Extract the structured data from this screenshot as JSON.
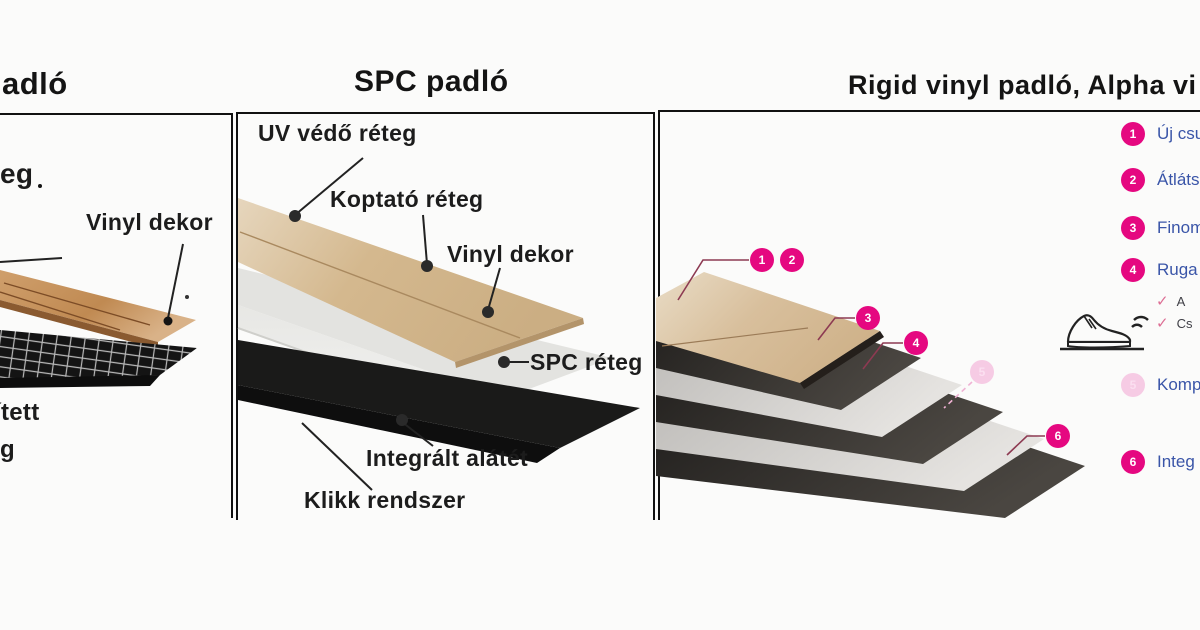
{
  "panels": {
    "left": {
      "title_fragment": "adló",
      "layer_label_fragment": "eg",
      "vinyl_dekor_label": "Vinyl dekor",
      "bottom_fragment_line1": "ített",
      "bottom_fragment_line2": "g"
    },
    "middle": {
      "title": "SPC padló",
      "labels": {
        "uv": "UV védő réteg",
        "koptato": "Koptató réteg",
        "vinyl_dekor": "Vinyl dekor",
        "spc": "SPC réteg",
        "integralt": "Integrált alátét",
        "klikk": "Klikk rendszer"
      }
    },
    "right": {
      "title_fragment": "Rigid vinyl padló, Alpha vi",
      "items": [
        {
          "num": "1",
          "label_fragment": "Új csu"
        },
        {
          "num": "2",
          "label_fragment": "Átláts"
        },
        {
          "num": "3",
          "label_fragment": "Finom"
        },
        {
          "num": "4",
          "label_fragment": "Ruga"
        },
        {
          "num": "5",
          "label_fragment": "Komp"
        },
        {
          "num": "6",
          "label_fragment": "Integ"
        }
      ],
      "checklist": [
        {
          "label_fragment": "A"
        },
        {
          "label_fragment": "Cs"
        }
      ]
    }
  },
  "colors": {
    "accent_pink": "#e50880",
    "accent_pink_faded": "#f6cbe4",
    "list_text_blue": "#3a55a8",
    "check_pink": "#dd6f95"
  }
}
